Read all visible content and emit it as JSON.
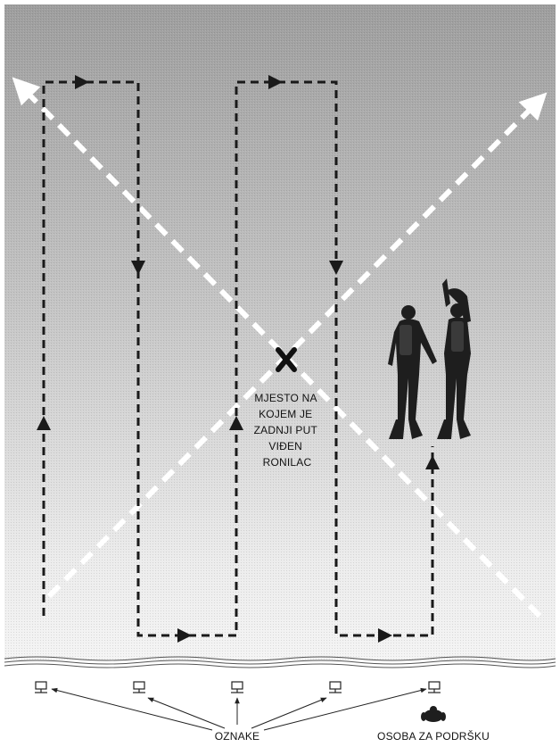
{
  "title": "",
  "last_seen_label": [
    "MJESTO NA",
    "KOJEM JE",
    "ZADNJI PUT",
    "VIĐEN",
    "RONILAC"
  ],
  "markers_label": "OZNAKE",
  "support_label": "OSOBA ZA PODRŠKU",
  "icons": {
    "last_seen": "x-mark-icon",
    "divers": "scuba-divers-icon",
    "marker": "buoy-marker-icon",
    "support_person": "support-person-icon"
  },
  "colors": {
    "water_top": "#9a9a9a",
    "water_bottom": "#f2f2f2",
    "search_path": "#1a1a1a",
    "diagonal_path": "#ffffff",
    "shore_line": "#555555"
  }
}
